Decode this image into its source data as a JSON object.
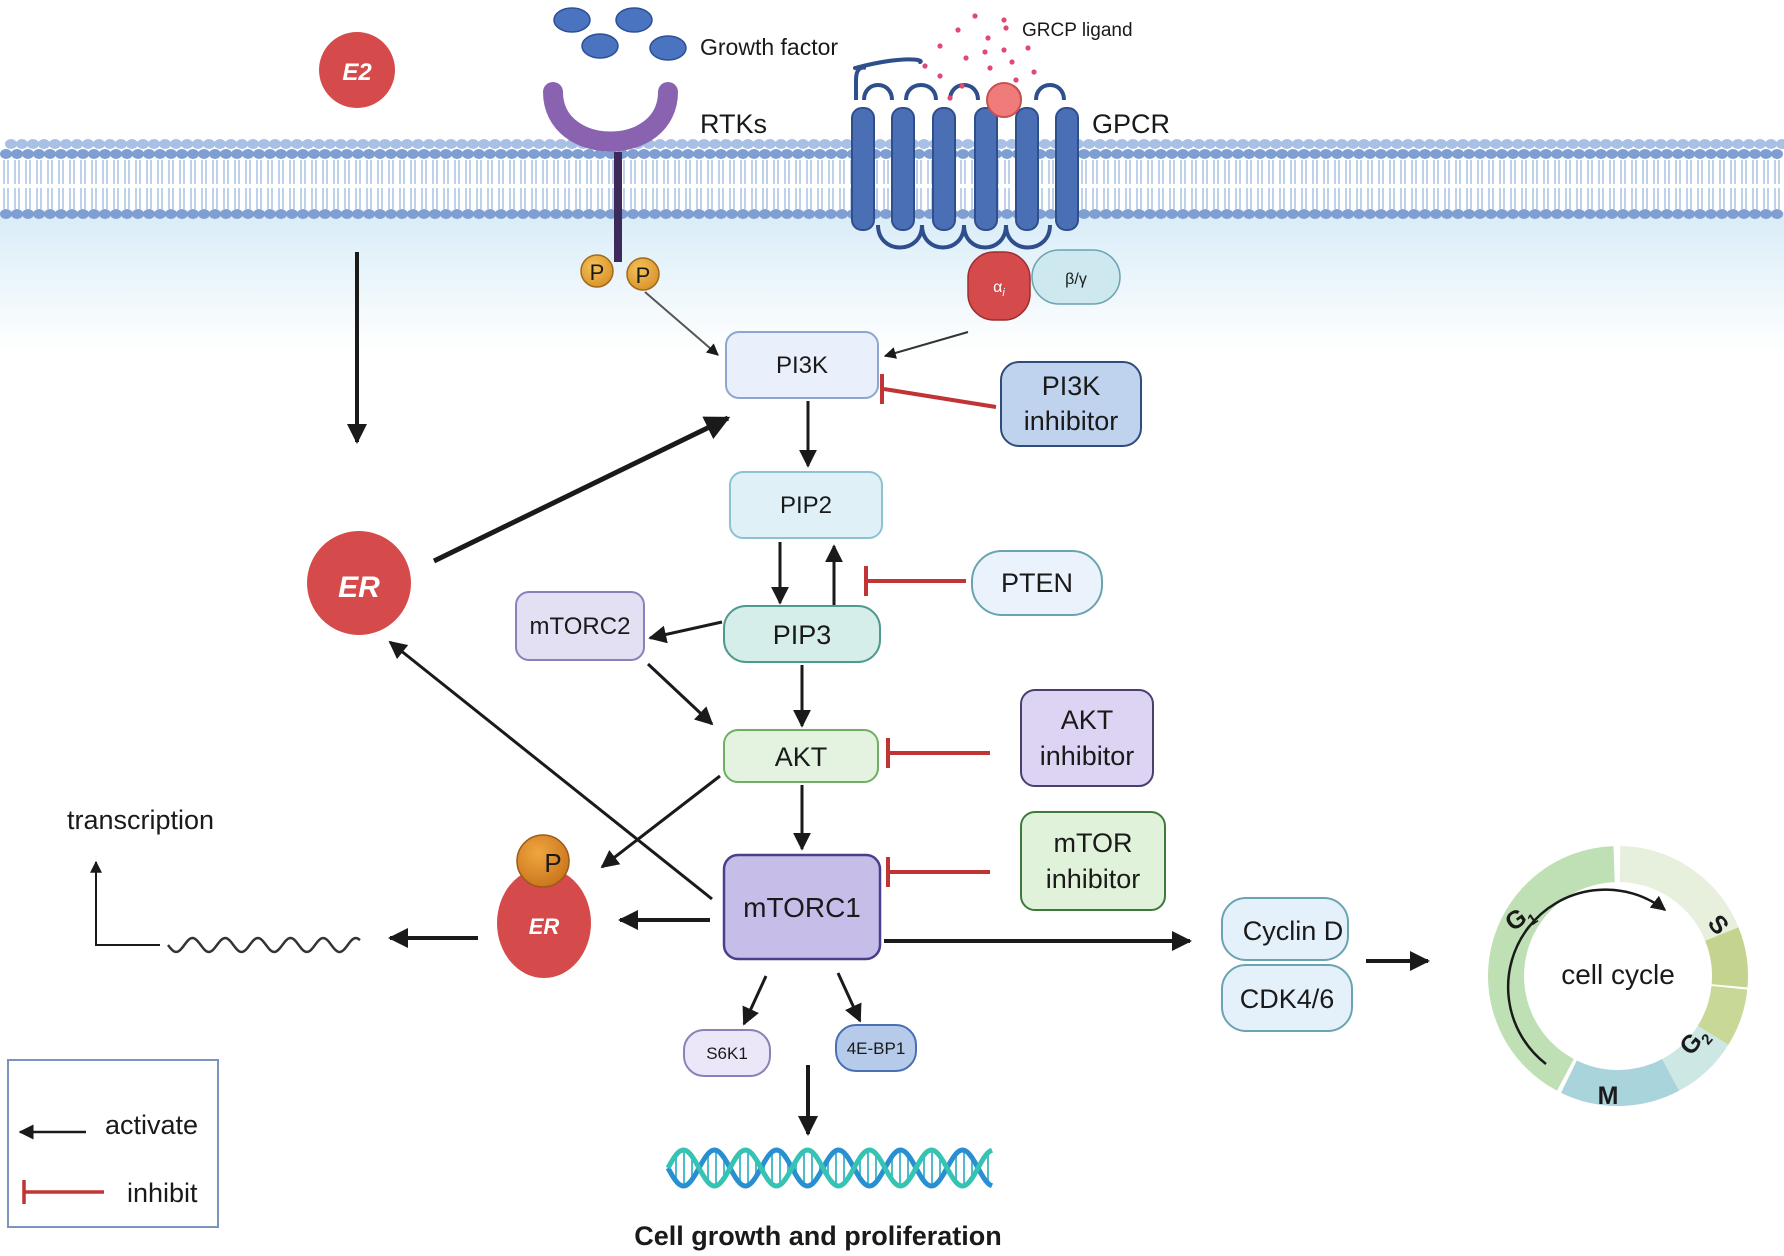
{
  "labels": {
    "e2": "E2",
    "growth_factor": "Growth factor",
    "grcp_ligand": "GRCP ligand",
    "rtks": "RTKs",
    "gpcr": "GPCR",
    "phospho": "P",
    "alpha_i": "α",
    "alpha_i_sub": "i",
    "beta_gamma": "β/γ",
    "er": "ER",
    "transcription": "transcription",
    "cell_growth": "Cell growth and proliferation"
  },
  "nodes": {
    "pi3k": "PI3K",
    "pip2": "PIP2",
    "pip3": "PIP3",
    "mtorc2": "mTORC2",
    "akt": "AKT",
    "mtorc1": "mTORC1",
    "s6k1": "S6K1",
    "ebp1": "4E-BP1",
    "cyclin_d": "Cyclin D",
    "cdk46": "CDK4/6"
  },
  "inhibitors": {
    "pi3k_line1": "PI3K",
    "pi3k_line2": "inhibitor",
    "pten": "PTEN",
    "akt_line1": "AKT",
    "akt_line2": "inhibitor",
    "mtor_line1": "mTOR",
    "mtor_line2": "inhibitor"
  },
  "cell_cycle": {
    "title": "cell cycle",
    "g1": "G",
    "g1_sub": "1",
    "s": "S",
    "g2": "G",
    "g2_sub": "2",
    "m": "M"
  },
  "legend": {
    "activate": "activate",
    "inhibit": "inhibit"
  },
  "colors": {
    "membrane": "#8eabd8",
    "receptor_blue": "#4a6fb5",
    "rtk_purple": "#8a63b0",
    "er_red": "#d54a4a",
    "inhibit_red": "#c03434",
    "arrow": "#1a1a1a"
  }
}
